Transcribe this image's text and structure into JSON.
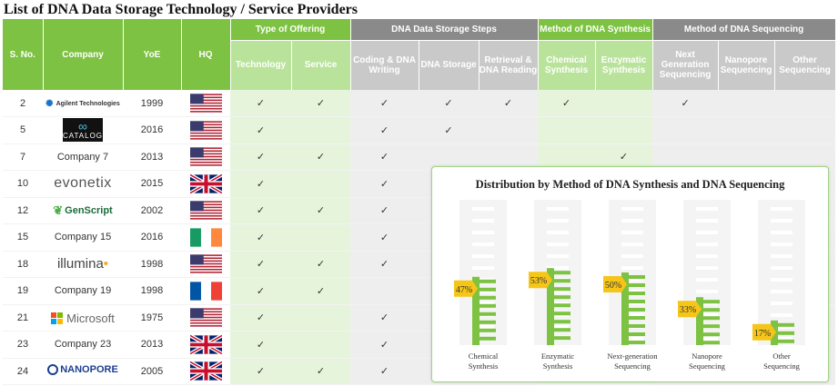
{
  "title": "List of DNA Data Storage Technology / Service Providers",
  "headers": {
    "sno": "S. No.",
    "company": "Company",
    "yoe": "YoE",
    "hq": "HQ",
    "type_of_offering": "Type of Offering",
    "dna_steps": "DNA Data Storage Steps",
    "method_synthesis": "Method of DNA Synthesis",
    "method_sequencing": "Method of DNA Sequencing",
    "technology": "Technology",
    "service": "Service",
    "coding": "Coding & DNA Writing",
    "storage": "DNA Storage",
    "retrieval": "Retrieval & DNA Reading",
    "chemical": "Chemical Synthesis",
    "enzymatic": "Enzymatic Synthesis",
    "ngs": "Next Generation Sequencing",
    "nanopore": "Nanopore Sequencing",
    "other": "Other Sequencing"
  },
  "check_symbol": "✓",
  "rows": [
    {
      "sno": "2",
      "company": "Agilent Technologies",
      "logo": "agilent",
      "yoe": "1999",
      "hq": "usa",
      "tech": true,
      "service": true,
      "coding": true,
      "storage": true,
      "retrieval": true,
      "chemical": true,
      "enzymatic": false,
      "ngs": true,
      "nanopore": false,
      "other": false
    },
    {
      "sno": "5",
      "company": "CATALOG",
      "logo": "catalog",
      "yoe": "2016",
      "hq": "usa",
      "tech": true,
      "service": false,
      "coding": true,
      "storage": true,
      "retrieval": false,
      "chemical": false,
      "enzymatic": false,
      "ngs": false,
      "nanopore": false,
      "other": false
    },
    {
      "sno": "7",
      "company": "Company 7",
      "logo": "text",
      "yoe": "2013",
      "hq": "usa",
      "tech": true,
      "service": true,
      "coding": true,
      "storage": false,
      "retrieval": false,
      "chemical": false,
      "enzymatic": true,
      "ngs": false,
      "nanopore": false,
      "other": false
    },
    {
      "sno": "10",
      "company": "evonetix",
      "logo": "evonetix",
      "yoe": "2015",
      "hq": "uk",
      "tech": true,
      "service": false,
      "coding": true,
      "storage": false,
      "retrieval": false,
      "chemical": false,
      "enzymatic": false,
      "ngs": false,
      "nanopore": false,
      "other": false
    },
    {
      "sno": "12",
      "company": "GenScript",
      "logo": "genscript",
      "yoe": "2002",
      "hq": "usa",
      "tech": true,
      "service": true,
      "coding": true,
      "storage": false,
      "retrieval": false,
      "chemical": false,
      "enzymatic": false,
      "ngs": false,
      "nanopore": false,
      "other": false
    },
    {
      "sno": "15",
      "company": "Company 15",
      "logo": "text",
      "yoe": "2016",
      "hq": "ireland",
      "tech": true,
      "service": false,
      "coding": true,
      "storage": false,
      "retrieval": false,
      "chemical": false,
      "enzymatic": false,
      "ngs": false,
      "nanopore": false,
      "other": false
    },
    {
      "sno": "18",
      "company": "illumina",
      "logo": "illumina",
      "yoe": "1998",
      "hq": "usa",
      "tech": true,
      "service": true,
      "coding": true,
      "storage": false,
      "retrieval": false,
      "chemical": false,
      "enzymatic": false,
      "ngs": false,
      "nanopore": false,
      "other": false
    },
    {
      "sno": "19",
      "company": "Company 19",
      "logo": "text",
      "yoe": "1998",
      "hq": "france",
      "tech": true,
      "service": true,
      "coding": false,
      "storage": false,
      "retrieval": false,
      "chemical": false,
      "enzymatic": false,
      "ngs": false,
      "nanopore": false,
      "other": false
    },
    {
      "sno": "21",
      "company": "Microsoft",
      "logo": "microsoft",
      "yoe": "1975",
      "hq": "usa",
      "tech": true,
      "service": false,
      "coding": true,
      "storage": false,
      "retrieval": false,
      "chemical": false,
      "enzymatic": false,
      "ngs": false,
      "nanopore": false,
      "other": false
    },
    {
      "sno": "23",
      "company": "Company 23",
      "logo": "text",
      "yoe": "2013",
      "hq": "uk",
      "tech": true,
      "service": false,
      "coding": true,
      "storage": false,
      "retrieval": false,
      "chemical": false,
      "enzymatic": false,
      "ngs": false,
      "nanopore": false,
      "other": false
    },
    {
      "sno": "24",
      "company": "NANOPORE",
      "logo": "nanopore",
      "yoe": "2005",
      "hq": "uk",
      "tech": true,
      "service": true,
      "coding": true,
      "storage": false,
      "retrieval": false,
      "chemical": false,
      "enzymatic": false,
      "ngs": false,
      "nanopore": false,
      "other": false
    }
  ],
  "colors": {
    "green": "#7dc242",
    "light_green": "#e6f4dc",
    "gray": "#8a8a8a",
    "light_gray": "#eeeeee",
    "callout": "#f5c518"
  },
  "chart_data": {
    "type": "bar",
    "title": "Distribution by Method of DNA Synthesis and DNA Sequencing",
    "categories": [
      "Chemical Synthesis",
      "Enzymatic Synthesis",
      "Next-generation Sequencing",
      "Nanopore Sequencing",
      "Other Sequencing"
    ],
    "values": [
      47,
      53,
      50,
      33,
      17
    ],
    "value_labels": [
      "47%",
      "53%",
      "50%",
      "33%",
      "17%"
    ],
    "ylim": [
      0,
      100
    ],
    "bar_color": "#7dc242",
    "callout_color": "#f5c518"
  }
}
